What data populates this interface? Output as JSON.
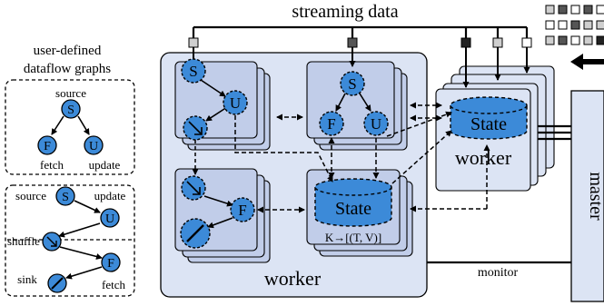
{
  "stream_label": "streaming data",
  "graphs_title_line1": "user-defined",
  "graphs_title_line2": "dataflow  graphs",
  "graph1": {
    "source": "source",
    "fetch": "fetch",
    "update": "update"
  },
  "graph2": {
    "source": "source",
    "update": "update",
    "shuffle": "shuffle",
    "sink": "sink",
    "fetch": "fetch"
  },
  "nodes": {
    "S": "S",
    "U": "U",
    "F": "F"
  },
  "state_label": "State",
  "state_mapping": "K→[(T, V)]",
  "worker_main": "worker",
  "worker_right": "worker",
  "monitor": "monitor",
  "master": "master",
  "colors": {
    "node_fill": "#3c8ad8",
    "panel_fill": "#dce4f4",
    "card_fill": "#c1cde9",
    "state_fill": "#3c8ad8"
  }
}
